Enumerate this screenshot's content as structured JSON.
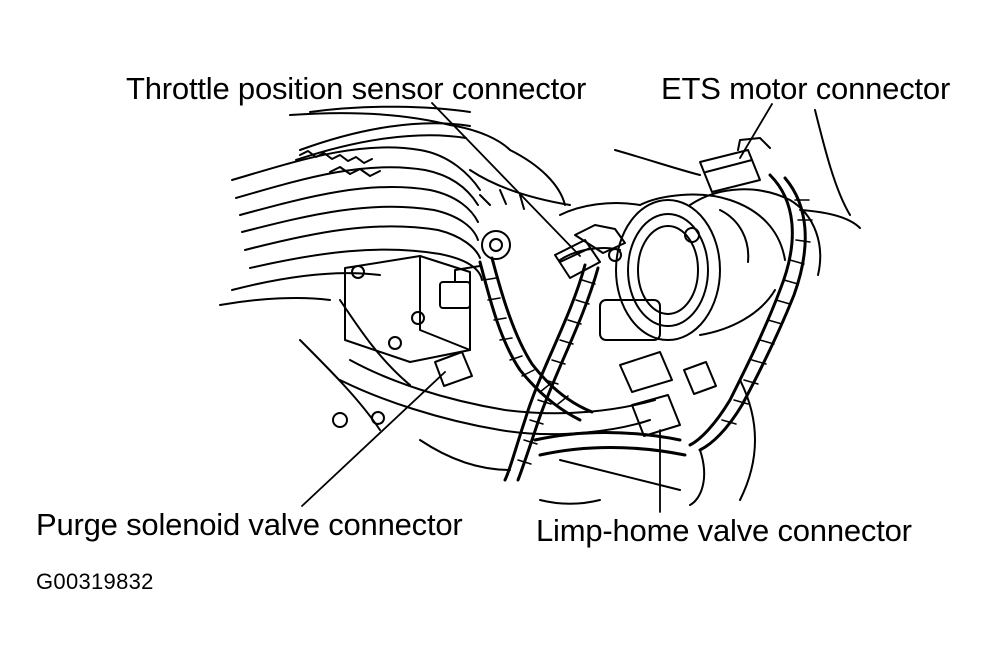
{
  "callouts": {
    "throttle_position_sensor": "Throttle position sensor connector",
    "ets_motor": "ETS motor connector",
    "purge_solenoid_valve": "Purge solenoid valve connector",
    "limp_home_valve": "Limp-home valve connector"
  },
  "figure_id": "G00319832",
  "colors": {
    "ink": "#000000",
    "paper": "#ffffff"
  }
}
